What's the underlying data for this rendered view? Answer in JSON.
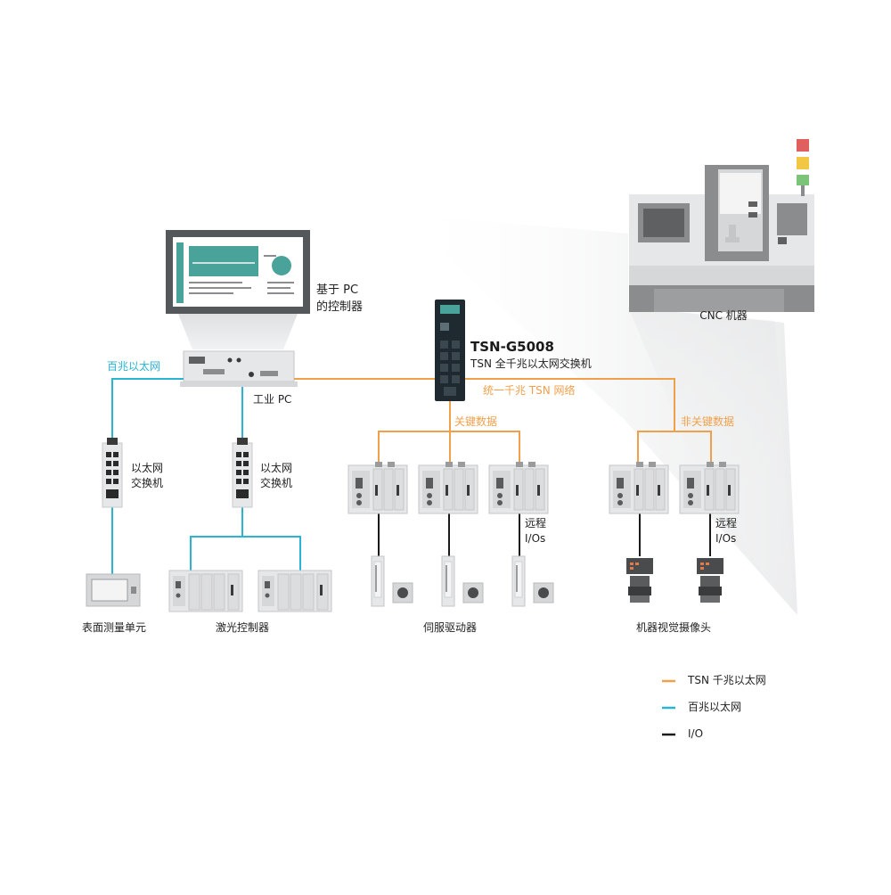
{
  "colors": {
    "tsn": "#f0a04b",
    "fast_ethernet": "#2ab4d4",
    "io": "#1a1a1a",
    "device_gray": "#e6e7e8",
    "device_dark": "#8a8c8e",
    "switch_dark": "#1f2a30",
    "screen_teal": "#4aa39a",
    "light_red": "#e06060",
    "light_yellow": "#f2c744",
    "light_green": "#7cc47a"
  },
  "labels": {
    "pc_controller": "基于 PC\n的控制器",
    "fast_ethernet_line": "百兆以太网",
    "industrial_pc": "工业 PC",
    "switch_model": "TSN-G5008",
    "switch_desc": "TSN 全千兆以太网交换机",
    "unified_network": "统一千兆 TSN 网络",
    "critical_data": "关键数据",
    "non_critical_data": "非关键数据",
    "eth_switch_1": "以太网\n交换机",
    "eth_switch_2": "以太网\n交换机",
    "remote_io_1": "远程\nI/Os",
    "remote_io_2": "远程\nI/Os",
    "cnc_machine": "CNC 机器",
    "surface_unit": "表面测量单元",
    "laser_controller": "激光控制器",
    "servo_driver": "伺服驱动器",
    "vision_camera": "机器视觉摄像头"
  },
  "legend": [
    {
      "label": "TSN 千兆以太网",
      "color_key": "tsn"
    },
    {
      "label": "百兆以太网",
      "color_key": "fast_ethernet"
    },
    {
      "label": "I/O",
      "color_key": "io"
    }
  ]
}
